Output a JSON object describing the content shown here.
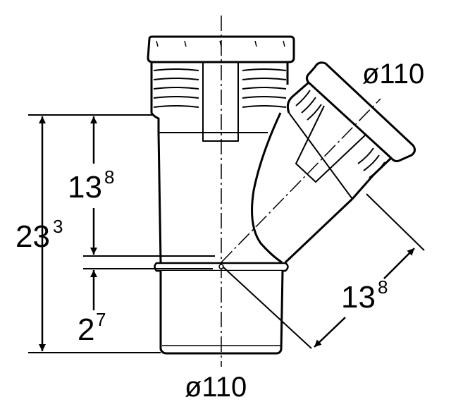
{
  "dimensions": {
    "top_diameter": "ø110",
    "bottom_diameter": "ø110",
    "total_height": {
      "main": "23",
      "sup": "3"
    },
    "upper_height": {
      "main": "13",
      "sup": "8"
    },
    "lower_height": {
      "main": "2",
      "sup": "7"
    },
    "branch_length": {
      "main": "13",
      "sup": "8"
    }
  },
  "colors": {
    "line": "#000000",
    "background": "#ffffff"
  }
}
